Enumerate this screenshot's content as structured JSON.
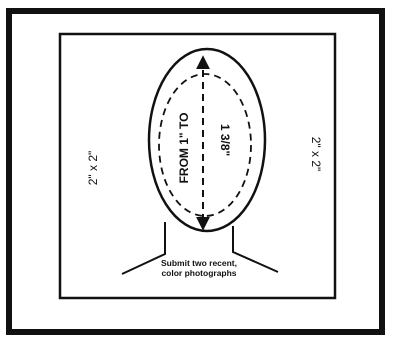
{
  "diagram": {
    "side_label_left": "2\" x 2\"",
    "side_label_right": "2\" x 2\"",
    "measure_label_from": "FROM 1\" TO",
    "measure_label_to": "1 3/8\"",
    "caption_line1": "Submit two recent,",
    "caption_line2": "color photographs"
  }
}
